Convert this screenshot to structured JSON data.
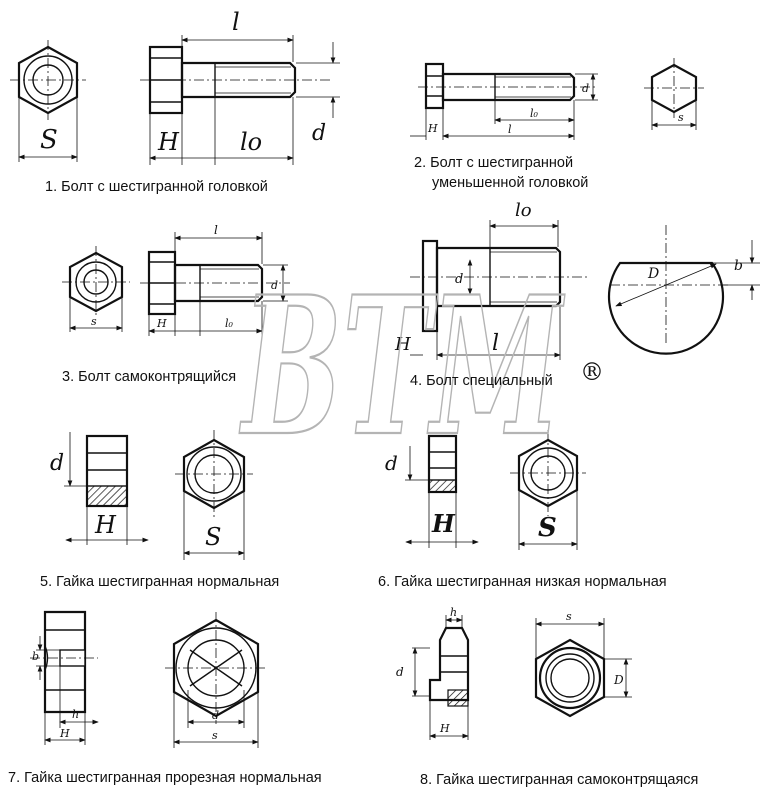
{
  "captions": {
    "c1": "1. Болт с шестигранной головкой",
    "c2_line1": "2. Болт с шестигранной",
    "c2_line2": "уменьшенной головкой",
    "c3": "3. Болт самоконтрящийся",
    "c4": "4. Болт специальный",
    "c5": "5. Гайка шестигранная нормальная",
    "c6": "6. Гайка шестигранная низкая нормальная",
    "c7": "7. Гайка шестигранная прорезная нормальная",
    "c8": "8. Гайка шестигранная самоконтрящаяся"
  },
  "labels": {
    "S": "S",
    "s": "s",
    "l": "l",
    "l0": "lo",
    "l0_small": "l₀",
    "H": "H",
    "h": "h",
    "d": "d",
    "D": "D",
    "b": "b"
  },
  "watermark": {
    "text": "BTM",
    "mark": "®"
  }
}
